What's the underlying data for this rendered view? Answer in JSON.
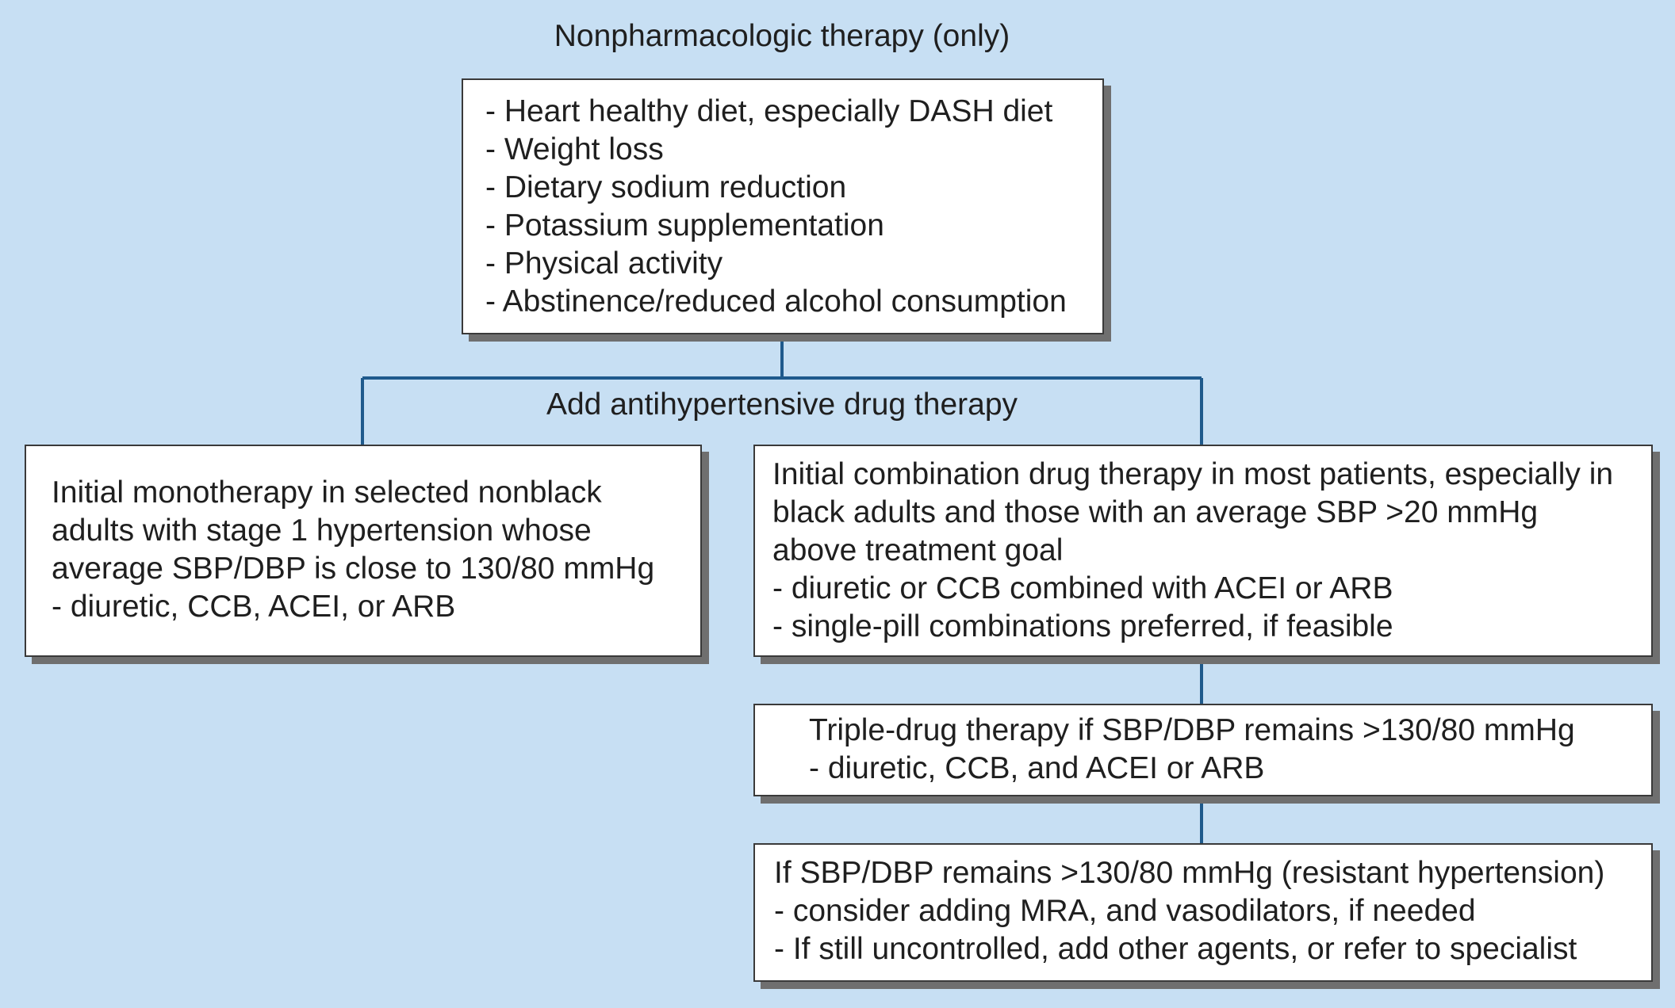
{
  "top_label": "Nonpharmacologic therapy (only)",
  "nonpharm_box": {
    "lines": [
      "- Heart healthy diet, especially DASH diet",
      "- Weight loss",
      "- Dietary sodium reduction",
      "- Potassium supplementation",
      "- Physical activity",
      "- Abstinence/reduced alcohol consumption"
    ]
  },
  "branch_label": "Add antihypertensive drug therapy",
  "mono_box": {
    "lines": [
      "Initial monotherapy in selected nonblack",
      "adults with stage 1 hypertension whose",
      "average SBP/DBP is close to 130/80 mmHg",
      " - diuretic, CCB, ACEI, or ARB"
    ]
  },
  "combo_box": {
    "lines": [
      "Initial combination drug therapy in most patients, especially in",
      "black adults and those with an average SBP >20 mmHg",
      "above treatment goal",
      " - diuretic or CCB combined with ACEI or ARB",
      " - single-pill combinations preferred, if feasible"
    ]
  },
  "triple_box": {
    "lines": [
      "Triple-drug therapy if SBP/DBP remains >130/80 mmHg",
      " - diuretic, CCB, and ACEI or ARB"
    ]
  },
  "resistant_box": {
    "lines": [
      "If SBP/DBP remains >130/80 mmHg (resistant hypertension)",
      " - consider adding MRA, and vasodilators, if needed",
      " - If still uncontrolled, add other agents, or refer to specialist"
    ]
  },
  "colors": {
    "background": "#c7dff3",
    "connector": "#1f5a8c",
    "box_border": "#3a3a3a",
    "shadow": "#6f6f6f"
  }
}
